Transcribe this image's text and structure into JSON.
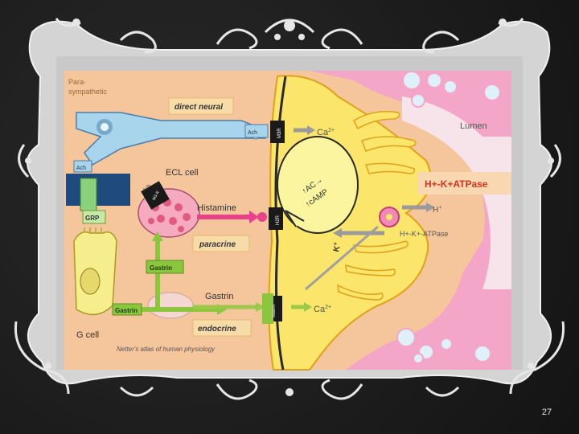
{
  "slide": {
    "number": "27"
  },
  "diagram": {
    "parasympathetic": "Para-\nsympathetic",
    "parasympathetic_line1": "Para-",
    "parasympathetic_line2": "sympathetic",
    "direct_neural": "direct neural",
    "ach": "Ach",
    "ecl_cell": "ECL cell",
    "histamine": "Histamine",
    "paracrine": "paracrine",
    "grp": "GRP",
    "gastrin": "Gastrin",
    "endocrine": "endocrine",
    "g_cell": "G cell",
    "lumen": "Lumen",
    "ca2": "Ca2+",
    "ca_base": "Ca",
    "ca_sup": "2+",
    "up_ac": "↑AC→",
    "up_camp": "↑cAMP",
    "k_plus": "K+",
    "k_base": "K",
    "k_sup": "+",
    "h_plus": "H+",
    "h_base": "H",
    "h_sup": "+",
    "proton_pump_title": "H+-K+ATPase",
    "proton_pump_label": "H+-K+-ATPase",
    "m3r": "M3R",
    "h2r": "H2R",
    "m3_receptor": "M3-R",
    "receptor_gastrin": "Gastrin",
    "source": "Netter's atlas of human physiology"
  },
  "colors": {
    "frame": "#d9d9d9",
    "tissue": "#f5c59c",
    "parietal": "#fbe56a",
    "mucosa": "#f4a6c9",
    "neuron": "#a8d4ec",
    "gastrin_box": "#7fbf2f",
    "histamine_arrow": "#e8438a",
    "pump_box": "#f9d7b0",
    "pump_text": "#d2341f"
  }
}
